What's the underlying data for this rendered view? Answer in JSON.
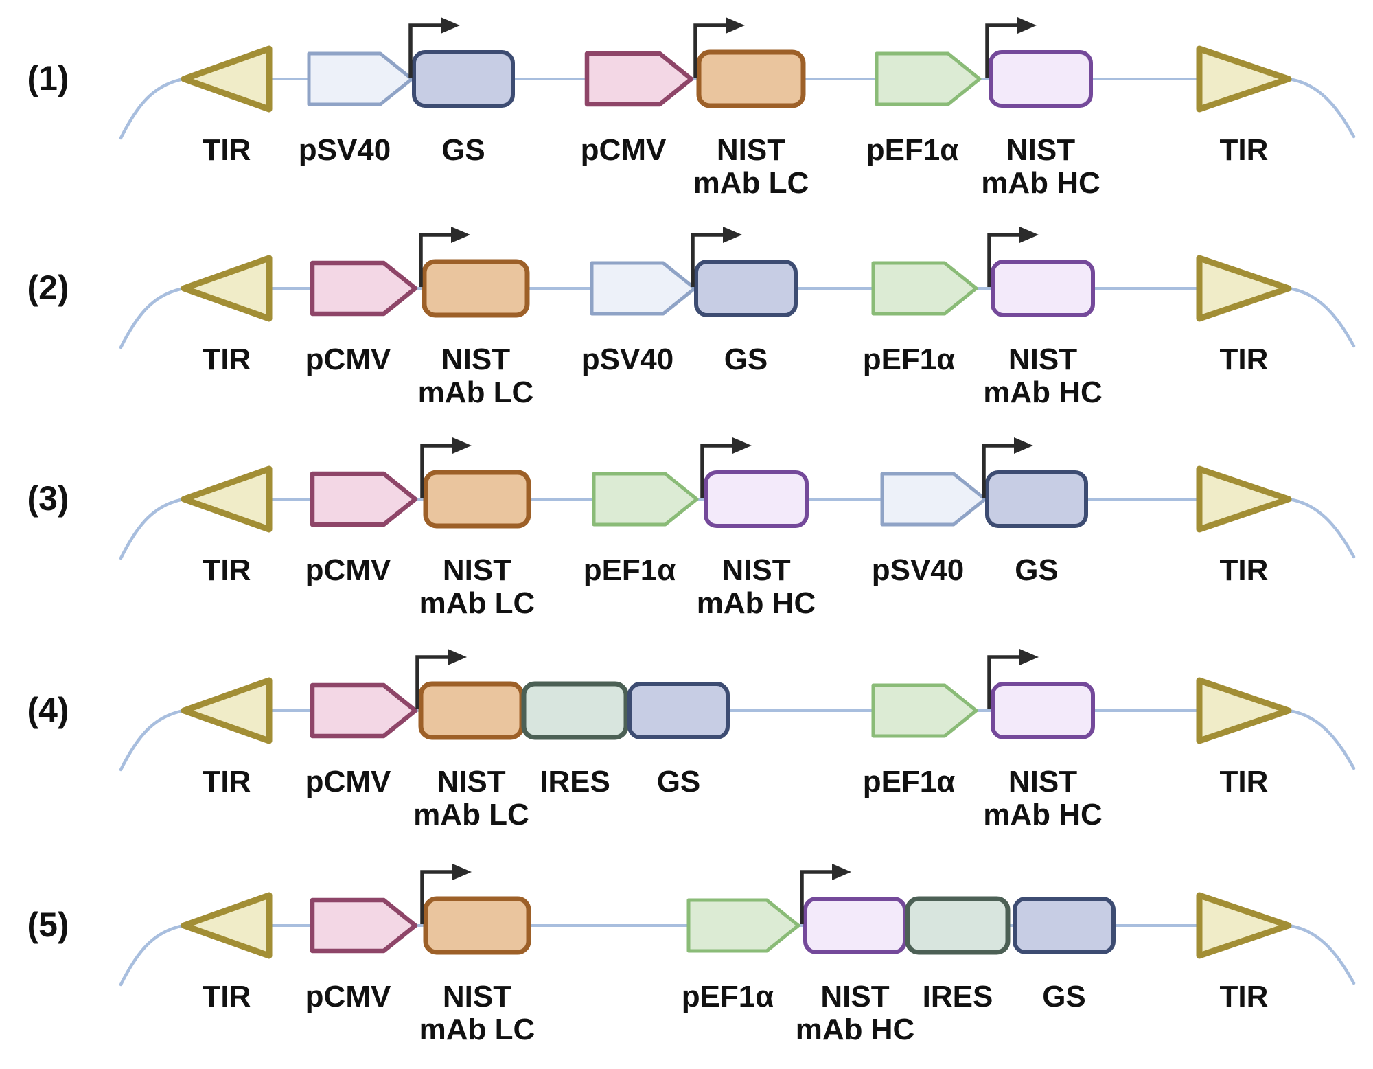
{
  "figure": {
    "type": "genetic-construct-diagram",
    "description": "Five transposon construct designs flanked by TIR elements",
    "background": "#ffffff"
  },
  "styles": {
    "tir": {
      "fill": "#f0ecc8",
      "stroke": "#a28e35"
    },
    "psv40": {
      "fill": "#edf1f9",
      "stroke": "#8fa3c6"
    },
    "pcmv": {
      "fill": "#f3d7e5",
      "stroke": "#8e4568"
    },
    "pef1a": {
      "fill": "#dcebd4",
      "stroke": "#8abb77"
    },
    "gs": {
      "fill": "#c7cde4",
      "stroke": "#3d4c72"
    },
    "lc": {
      "fill": "#eac59e",
      "stroke": "#9d6028"
    },
    "hc": {
      "fill": "#f3eafa",
      "stroke": "#74499a"
    },
    "ires": {
      "fill": "#d8e5de",
      "stroke": "#4c6055"
    },
    "backbone": "#a8bede",
    "arrow": "#2b2b2b",
    "text": "#111111"
  },
  "rows": [
    {
      "number": "(1)",
      "elements": [
        {
          "kind": "tir",
          "label": "TIR"
        },
        {
          "kind": "promoter",
          "style": "psv40",
          "label": "pSV40"
        },
        {
          "kind": "gene",
          "style": "gs",
          "label": "GS",
          "arrow": true
        },
        {
          "kind": "promoter",
          "style": "pcmv",
          "label": "pCMV"
        },
        {
          "kind": "gene",
          "style": "lc",
          "label": "NIST mAb LC",
          "lines": [
            "NIST",
            "mAb LC"
          ],
          "arrow": true
        },
        {
          "kind": "promoter",
          "style": "pef1a",
          "label": "pEF1α"
        },
        {
          "kind": "gene",
          "style": "hc",
          "label": "NIST mAb HC",
          "lines": [
            "NIST",
            "mAb HC"
          ],
          "arrow": true
        },
        {
          "kind": "tir",
          "label": "TIR"
        }
      ]
    },
    {
      "number": "(2)",
      "elements": [
        {
          "kind": "tir",
          "label": "TIR"
        },
        {
          "kind": "promoter",
          "style": "pcmv",
          "label": "pCMV"
        },
        {
          "kind": "gene",
          "style": "lc",
          "label": "NIST mAb LC",
          "lines": [
            "NIST",
            "mAb LC"
          ],
          "arrow": true
        },
        {
          "kind": "promoter",
          "style": "psv40",
          "label": "pSV40"
        },
        {
          "kind": "gene",
          "style": "gs",
          "label": "GS",
          "arrow": true
        },
        {
          "kind": "promoter",
          "style": "pef1a",
          "label": "pEF1α"
        },
        {
          "kind": "gene",
          "style": "hc",
          "label": "NIST mAb HC",
          "lines": [
            "NIST",
            "mAb HC"
          ],
          "arrow": true
        },
        {
          "kind": "tir",
          "label": "TIR"
        }
      ]
    },
    {
      "number": "(3)",
      "elements": [
        {
          "kind": "tir",
          "label": "TIR"
        },
        {
          "kind": "promoter",
          "style": "pcmv",
          "label": "pCMV"
        },
        {
          "kind": "gene",
          "style": "lc",
          "label": "NIST mAb LC",
          "lines": [
            "NIST",
            "mAb LC"
          ],
          "arrow": true
        },
        {
          "kind": "promoter",
          "style": "pef1a",
          "label": "pEF1α"
        },
        {
          "kind": "gene",
          "style": "hc",
          "label": "NIST mAb HC",
          "lines": [
            "NIST",
            "mAb HC"
          ],
          "arrow": true
        },
        {
          "kind": "promoter",
          "style": "psv40",
          "label": "pSV40"
        },
        {
          "kind": "gene",
          "style": "gs",
          "label": "GS",
          "arrow": true
        },
        {
          "kind": "tir",
          "label": "TIR"
        }
      ]
    },
    {
      "number": "(4)",
      "elements": [
        {
          "kind": "tir",
          "label": "TIR"
        },
        {
          "kind": "promoter",
          "style": "pcmv",
          "label": "pCMV"
        },
        {
          "kind": "gene",
          "style": "lc",
          "label": "NIST mAb LC",
          "lines": [
            "NIST",
            "mAb LC"
          ],
          "arrow": true
        },
        {
          "kind": "gene",
          "style": "ires",
          "label": "IRES"
        },
        {
          "kind": "gene",
          "style": "gs",
          "label": "GS"
        },
        {
          "kind": "promoter",
          "style": "pef1a",
          "label": "pEF1α"
        },
        {
          "kind": "gene",
          "style": "hc",
          "label": "NIST mAb HC",
          "lines": [
            "NIST",
            "mAb HC"
          ],
          "arrow": true
        },
        {
          "kind": "tir",
          "label": "TIR"
        }
      ]
    },
    {
      "number": "(5)",
      "elements": [
        {
          "kind": "tir",
          "label": "TIR"
        },
        {
          "kind": "promoter",
          "style": "pcmv",
          "label": "pCMV"
        },
        {
          "kind": "gene",
          "style": "lc",
          "label": "NIST mAb LC",
          "lines": [
            "NIST",
            "mAb LC"
          ],
          "arrow": true
        },
        {
          "kind": "promoter",
          "style": "pef1a",
          "label": "pEF1α"
        },
        {
          "kind": "gene",
          "style": "hc",
          "label": "NIST mAb HC",
          "lines": [
            "NIST",
            "mAb HC"
          ],
          "arrow": true
        },
        {
          "kind": "gene",
          "style": "ires",
          "label": "IRES"
        },
        {
          "kind": "gene",
          "style": "gs",
          "label": "GS"
        },
        {
          "kind": "tir",
          "label": "TIR"
        }
      ]
    }
  ]
}
